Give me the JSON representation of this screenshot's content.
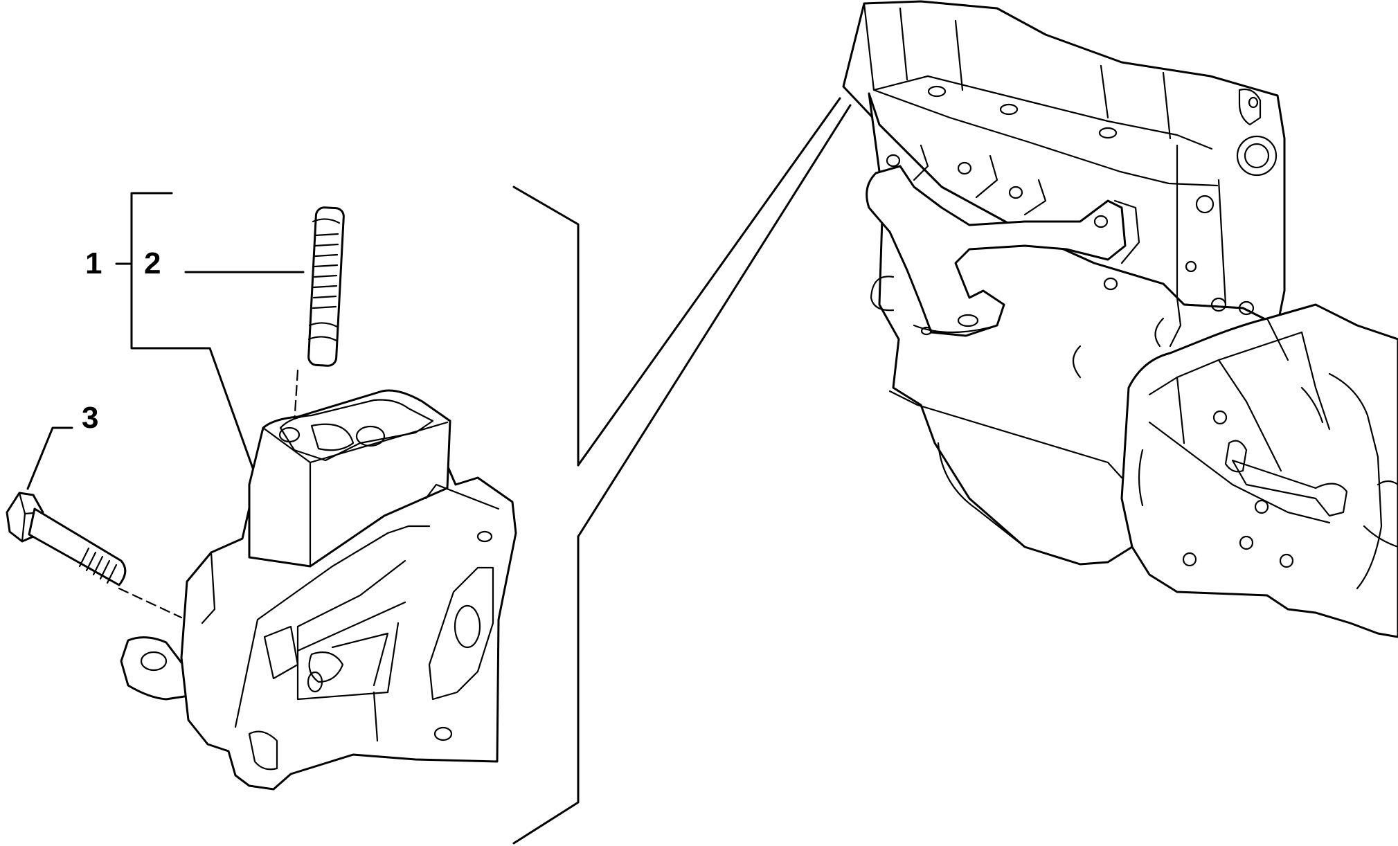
{
  "callouts": {
    "part_1": "1",
    "part_2": "2",
    "part_3": "3"
  },
  "colors": {
    "ink": "#000000",
    "paper": "#ffffff"
  }
}
